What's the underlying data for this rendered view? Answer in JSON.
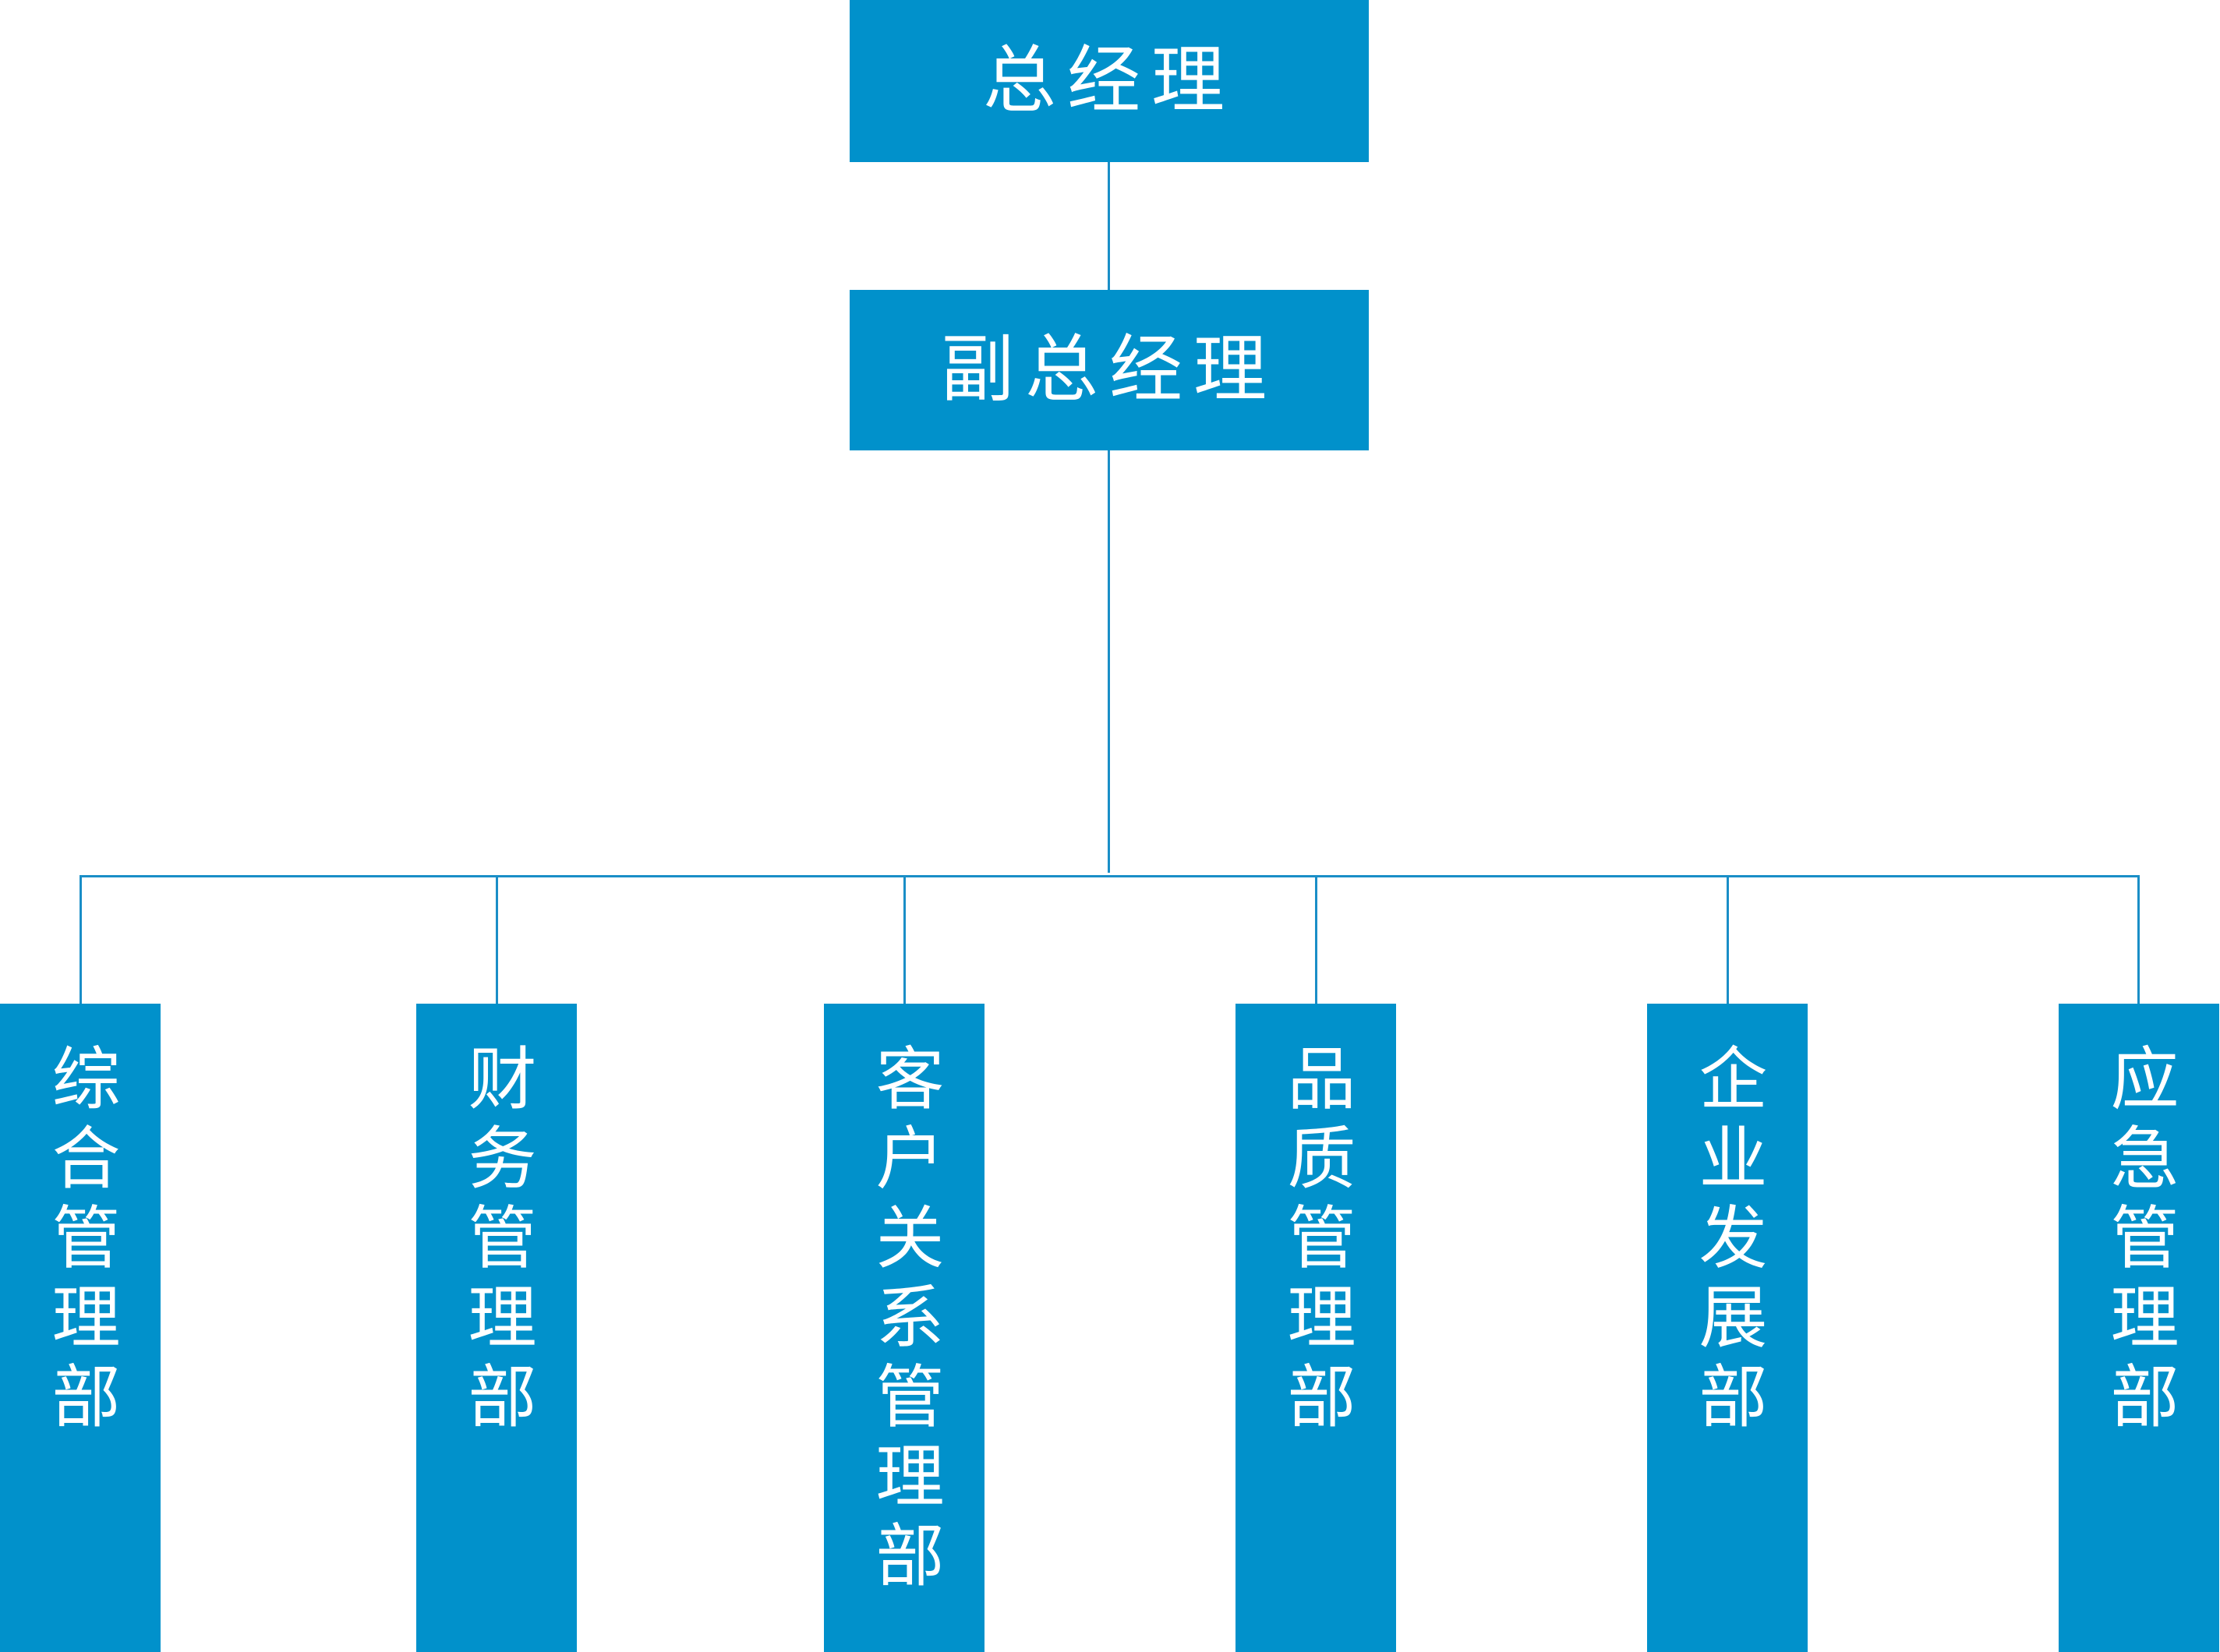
{
  "org_chart": {
    "colors": {
      "box_fill": "#0191cb",
      "box_text": "#ffffff",
      "connector": "#1a8ec7",
      "background": "#ffffff"
    },
    "top": {
      "label": "总经理"
    },
    "deputy": {
      "label": "副总经理"
    },
    "departments": [
      {
        "label": "综合管理部"
      },
      {
        "label": "财务管理部"
      },
      {
        "label": "客户关系管理部"
      },
      {
        "label": "品质管理部"
      },
      {
        "label": "企业发展部"
      },
      {
        "label": "应急管理部"
      }
    ]
  }
}
